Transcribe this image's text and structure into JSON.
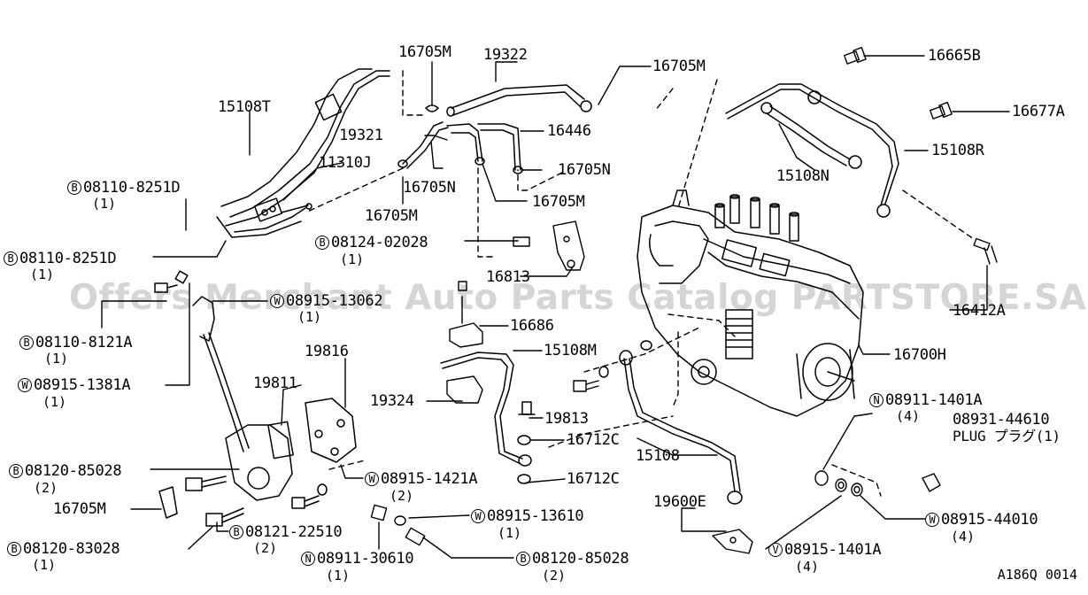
{
  "watermark": "Offers Merchant Auto Parts Catalog PARTSTORE.SA",
  "diagram_ref": "A186Q 0014",
  "labels": {
    "p16705M_top": "16705M",
    "p19322": "19322",
    "p16705M_right": "16705M",
    "p16665B": "16665B",
    "p16677A": "16677A",
    "p15108T": "15108T",
    "p19321": "19321",
    "p16446": "16446",
    "p15108R": "15108R",
    "p11310J": "11310J",
    "p16705N_a": "16705N",
    "p16705N_b": "16705N",
    "p15108N": "15108N",
    "p16705M_a": "16705M",
    "p16705M_b": "16705M",
    "p08110_8251D_a": "08110-8251D",
    "q08110_8251D_a": "(1)",
    "p08110_8251D_b": "08110-8251D",
    "q08110_8251D_b": "(1)",
    "p08124_02028": "08124-02028",
    "q08124_02028": "(1)",
    "p16813": "16813",
    "p08915_13062": "08915-13062",
    "q08915_13062": "(1)",
    "p16412A": "16412A",
    "p08110_8121A": "08110-8121A",
    "q08110_8121A": "(1)",
    "p16686": "16686",
    "p15108M": "15108M",
    "p16700H": "16700H",
    "p19816": "19816",
    "p08915_1381A": "08915-1381A",
    "q08915_1381A": "(1)",
    "p19811": "19811",
    "p19324": "19324",
    "p19813": "19813",
    "p08911_1401A_top": "08911-1401A",
    "q08911_1401A_top": "(4)",
    "p08931_44610": "08931-44610",
    "p_plug": "PLUG プラグ(1)",
    "p16712C_a": "16712C",
    "p15108": "15108",
    "p08120_85028_a": "08120-85028",
    "q08120_85028_a": "(2)",
    "p08915_1421A": "08915-1421A",
    "q08915_1421A": "(2)",
    "p16712C_b": "16712C",
    "p16705M_low": "16705M",
    "p19600E": "19600E",
    "p08915_13610": "08915-13610",
    "q08915_13610": "(1)",
    "p08915_44010": "08915-44010",
    "q08915_44010": "(4)",
    "p08121_22510": "08121-22510",
    "q08121_22510": "(2)",
    "p08120_83028": "08120-83028",
    "q08120_83028": "(1)",
    "p08911_30610": "08911-30610",
    "q08911_30610": "(1)",
    "p08120_85028_b": "08120-85028",
    "q08120_85028_b": "(2)",
    "p08915_1401A_bot": "08915-1401A",
    "q08915_1401A_bot": "(4)"
  },
  "prefix_marks": {
    "bolt": "B",
    "washer": "W",
    "nut": "N",
    "v_washer": "V"
  }
}
